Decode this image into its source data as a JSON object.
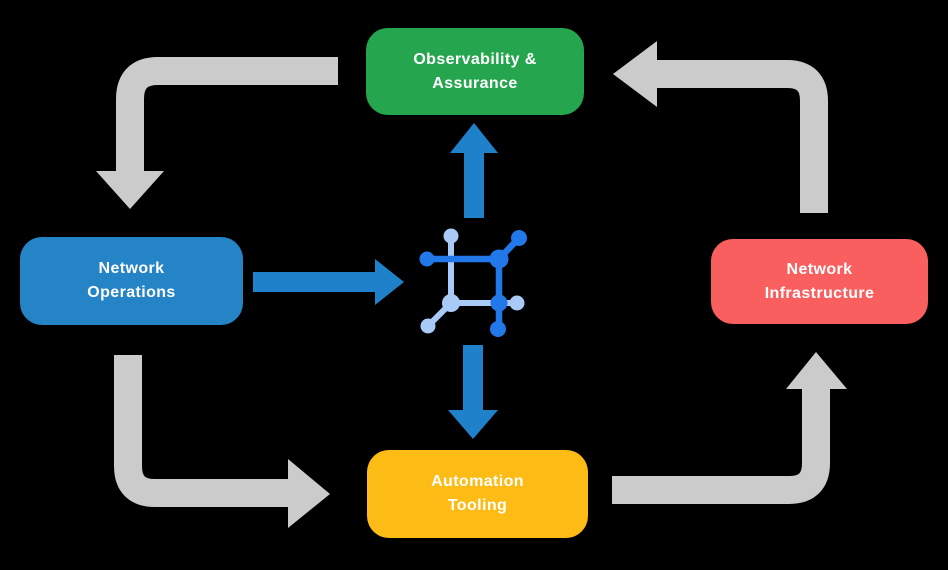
{
  "diagram": {
    "background": "#000000",
    "nodes": [
      {
        "id": "observability",
        "label": "Observability &\nAssurance",
        "color": "#25A54E"
      },
      {
        "id": "operations",
        "label": "Network\nOperations",
        "color": "#2484C6"
      },
      {
        "id": "infrastructure",
        "label": "Network\nInfrastructure",
        "color": "#FA5F5F"
      },
      {
        "id": "automation",
        "label": "Automation\nTooling",
        "color": "#FCBB15"
      }
    ],
    "edges": [
      {
        "from": "observability",
        "to": "operations",
        "style": "gray-corner-arrow"
      },
      {
        "from": "operations",
        "to": "automation",
        "style": "gray-corner-arrow"
      },
      {
        "from": "automation",
        "to": "infrastructure",
        "style": "gray-corner-arrow"
      },
      {
        "from": "infrastructure",
        "to": "observability",
        "style": "gray-corner-arrow"
      },
      {
        "from": "operations",
        "to": "platform-icon",
        "style": "blue-straight-arrow"
      },
      {
        "from": "platform-icon",
        "to": "observability",
        "style": "blue-straight-arrow"
      },
      {
        "from": "platform-icon",
        "to": "automation",
        "style": "blue-straight-arrow"
      }
    ],
    "center_icon": "network-platform-icon",
    "colors": {
      "arrow_gray": "#CBCBCB",
      "arrow_blue": "#1F81C9",
      "icon_dark_blue": "#2278E8",
      "icon_light_blue": "#A9C9F6",
      "node_text": "#FFFFFF"
    }
  }
}
